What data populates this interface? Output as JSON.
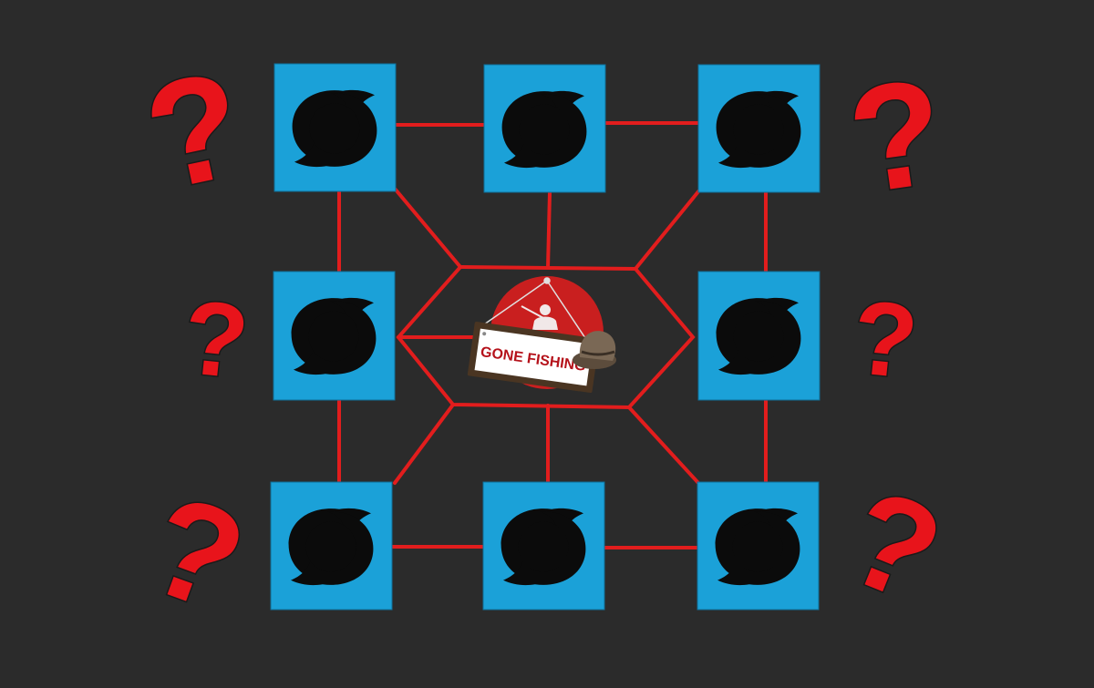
{
  "colors": {
    "background": "#2b2b2b",
    "node_fill": "#1ba1d8",
    "node_border": "#0f6f99",
    "storm_icon": "#0b0b0b",
    "connector": "#e21d1d",
    "question_mark": "#e8141b",
    "question_outline": "#1a1a1a",
    "center_circle": "#c91f1f",
    "sign_board": "#ffffff",
    "sign_frame": "#4a3522",
    "sign_text": "#b5121b",
    "hat": "#6b5a48"
  },
  "nodes": [
    {
      "id": "storm-top-left",
      "icon": "hurricane-icon"
    },
    {
      "id": "storm-top-center",
      "icon": "hurricane-icon"
    },
    {
      "id": "storm-top-right",
      "icon": "hurricane-icon"
    },
    {
      "id": "storm-middle-left",
      "icon": "hurricane-icon"
    },
    {
      "id": "storm-middle-right",
      "icon": "hurricane-icon"
    },
    {
      "id": "storm-bottom-left",
      "icon": "hurricane-icon"
    },
    {
      "id": "storm-bottom-center",
      "icon": "hurricane-icon"
    },
    {
      "id": "storm-bottom-right",
      "icon": "hurricane-icon"
    }
  ],
  "question_marks": [
    {
      "id": "qm-top-left",
      "glyph": "?"
    },
    {
      "id": "qm-top-right",
      "glyph": "?"
    },
    {
      "id": "qm-middle-left",
      "glyph": "?"
    },
    {
      "id": "qm-middle-right",
      "glyph": "?"
    },
    {
      "id": "qm-bottom-left",
      "glyph": "?"
    },
    {
      "id": "qm-bottom-right",
      "glyph": "?"
    }
  ],
  "center": {
    "sign_text": "GONE FISHING",
    "icons": [
      "fisherman-icon",
      "hat-icon"
    ]
  }
}
